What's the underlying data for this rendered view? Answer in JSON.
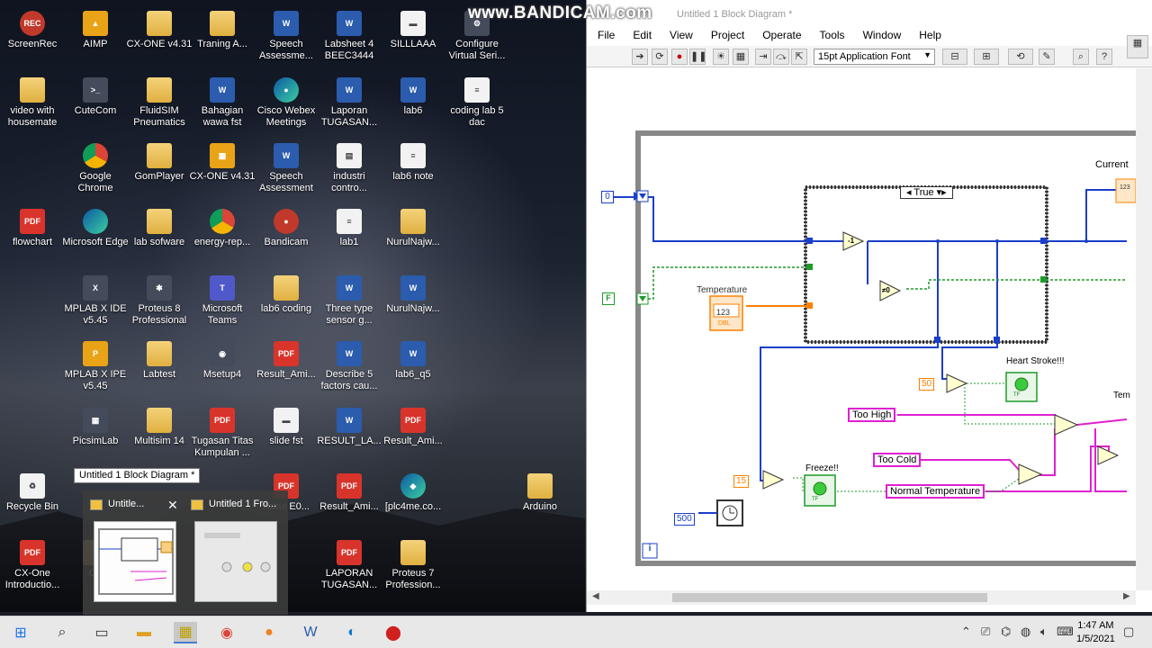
{
  "watermark": "www.BANDICAM.com",
  "desktop": {
    "icons": [
      {
        "label": "ScreenRec",
        "glyph": "REC",
        "type": "red"
      },
      {
        "label": "AIMP",
        "glyph": "▲",
        "type": "orange"
      },
      {
        "label": "CX-ONE v4.31",
        "glyph": "",
        "type": "folder"
      },
      {
        "label": "Traning A...",
        "glyph": "",
        "type": "folder"
      },
      {
        "label": "Speech Assessme...",
        "glyph": "W",
        "type": "word"
      },
      {
        "label": "Labsheet 4 BEEC3444",
        "glyph": "W",
        "type": "word"
      },
      {
        "label": "SILLLAAA",
        "glyph": "▬",
        "type": "doc"
      },
      {
        "label": "Configure Virtual Seri...",
        "glyph": "⚙",
        "type": "app"
      },
      {
        "label": "video with housemate",
        "glyph": "",
        "type": "folder"
      },
      {
        "label": "CuteCom",
        "glyph": ">_",
        "type": "app"
      },
      {
        "label": "FluidSIM Pneumatics",
        "glyph": "",
        "type": "folder"
      },
      {
        "label": "Bahagian wawa fst",
        "glyph": "W",
        "type": "word"
      },
      {
        "label": "Cisco Webex Meetings",
        "glyph": "●",
        "type": "edge"
      },
      {
        "label": "Laporan TUGASAN...",
        "glyph": "W",
        "type": "word"
      },
      {
        "label": "lab6",
        "glyph": "W",
        "type": "word"
      },
      {
        "label": "coding lab 5 dac",
        "glyph": "≡",
        "type": "doc"
      },
      {
        "label": "Google Chrome",
        "glyph": "",
        "type": "chrome"
      },
      {
        "label": "GomPlayer",
        "glyph": "",
        "type": "folder"
      },
      {
        "label": "CX-ONE v4.31",
        "glyph": "▦",
        "type": "orange"
      },
      {
        "label": "Speech Assessment",
        "glyph": "W",
        "type": "word"
      },
      {
        "label": "industri contro...",
        "glyph": "▤",
        "type": "doc"
      },
      {
        "label": "lab6 note",
        "glyph": "≡",
        "type": "doc"
      },
      {
        "label": "flowchart",
        "glyph": "PDF",
        "type": "pdf"
      },
      {
        "label": "Microsoft Edge",
        "glyph": "",
        "type": "edge"
      },
      {
        "label": "lab sofware",
        "glyph": "",
        "type": "folder"
      },
      {
        "label": "energy-rep...",
        "glyph": "",
        "type": "chrome"
      },
      {
        "label": "Bandicam",
        "glyph": "●",
        "type": "red"
      },
      {
        "label": "lab1",
        "glyph": "≡",
        "type": "doc"
      },
      {
        "label": "NurulNajw...",
        "glyph": "",
        "type": "folder"
      },
      {
        "label": "MPLAB X IDE v5.45",
        "glyph": "X",
        "type": "app"
      },
      {
        "label": "Proteus 8 Professional",
        "glyph": "✱",
        "type": "app"
      },
      {
        "label": "Microsoft Teams",
        "glyph": "T",
        "type": "teams"
      },
      {
        "label": "lab6 coding",
        "glyph": "",
        "type": "folder"
      },
      {
        "label": "Three type sensor g...",
        "glyph": "W",
        "type": "word"
      },
      {
        "label": "NurulNajw...",
        "glyph": "W",
        "type": "word"
      },
      {
        "label": "MPLAB X IPE v5.45",
        "glyph": "P",
        "type": "orange"
      },
      {
        "label": "Labtest",
        "glyph": "",
        "type": "folder"
      },
      {
        "label": "Msetup4",
        "glyph": "◉",
        "type": "app"
      },
      {
        "label": "Result_Ami...",
        "glyph": "PDF",
        "type": "pdf"
      },
      {
        "label": "Describe 5 factors cau...",
        "glyph": "W",
        "type": "word"
      },
      {
        "label": "lab6_q5",
        "glyph": "W",
        "type": "word"
      },
      {
        "label": "PicsimLab",
        "glyph": "▦",
        "type": "app"
      },
      {
        "label": "Multisim 14",
        "glyph": "",
        "type": "folder"
      },
      {
        "label": "Tugasan Titas Kumpulan ...",
        "glyph": "PDF",
        "type": "pdf"
      },
      {
        "label": "slide fst",
        "glyph": "▬",
        "type": "doc"
      },
      {
        "label": "RESULT_LA...",
        "glyph": "W",
        "type": "word"
      },
      {
        "label": "Result_Ami...",
        "glyph": "PDF",
        "type": "pdf"
      },
      {
        "label": "Recycle Bin",
        "glyph": "♻",
        "type": "doc"
      },
      {
        "label": "Nurul E0...",
        "glyph": "PDF",
        "type": "pdf"
      },
      {
        "label": "Result_Ami...",
        "glyph": "PDF",
        "type": "pdf"
      },
      {
        "label": "[plc4me.co...",
        "glyph": "◆",
        "type": "edge"
      },
      {
        "label": "Arduino",
        "glyph": "",
        "type": "folder"
      },
      {
        "label": "CX-One Introductio...",
        "glyph": "PDF",
        "type": "pdf"
      },
      {
        "label": "Co",
        "glyph": "",
        "type": "folder"
      },
      {
        "label": "LAPORAN TUGASAN...",
        "glyph": "PDF",
        "type": "pdf"
      },
      {
        "label": "Proteus 7 Profession...",
        "glyph": "",
        "type": "folder"
      }
    ]
  },
  "labview": {
    "title": "Untitled 1 Block Diagram *",
    "menu": [
      "File",
      "Edit",
      "View",
      "Project",
      "Operate",
      "Tools",
      "Window",
      "Help"
    ],
    "font": "15pt Application Font",
    "diagram": {
      "case_selector": "True",
      "const_0": "0",
      "const_50": "50",
      "const_15": "15",
      "const_500": "500",
      "temperature_label": "Temperature",
      "current_label": "Current",
      "heat_stroke_label": "Heart Stroke!!!",
      "freeze_label": "Freeze!!",
      "too_high": "Too High",
      "too_cold": "Too Cold",
      "normal_temp": "Normal Temperature",
      "tem_label": "Tem",
      "numeric_label": "123",
      "dbl_label": "DBL",
      "increment": "-1",
      "not_equal": "≠0",
      "bool_const": "F",
      "info": "i",
      "tf": "TF"
    }
  },
  "preview": {
    "tooltip": "Untitled 1 Block Diagram *",
    "cards": [
      {
        "title": "Untitle..."
      },
      {
        "title": "Untitled 1 Fro..."
      }
    ]
  },
  "taskbar": {
    "time": "1:47 AM",
    "date": "1/5/2021"
  },
  "colors": {
    "wire_blue": "#1a3fc9",
    "wire_pink": "#e020d0",
    "wire_orange": "#ff8000",
    "wire_green": "#1f9a2a"
  }
}
